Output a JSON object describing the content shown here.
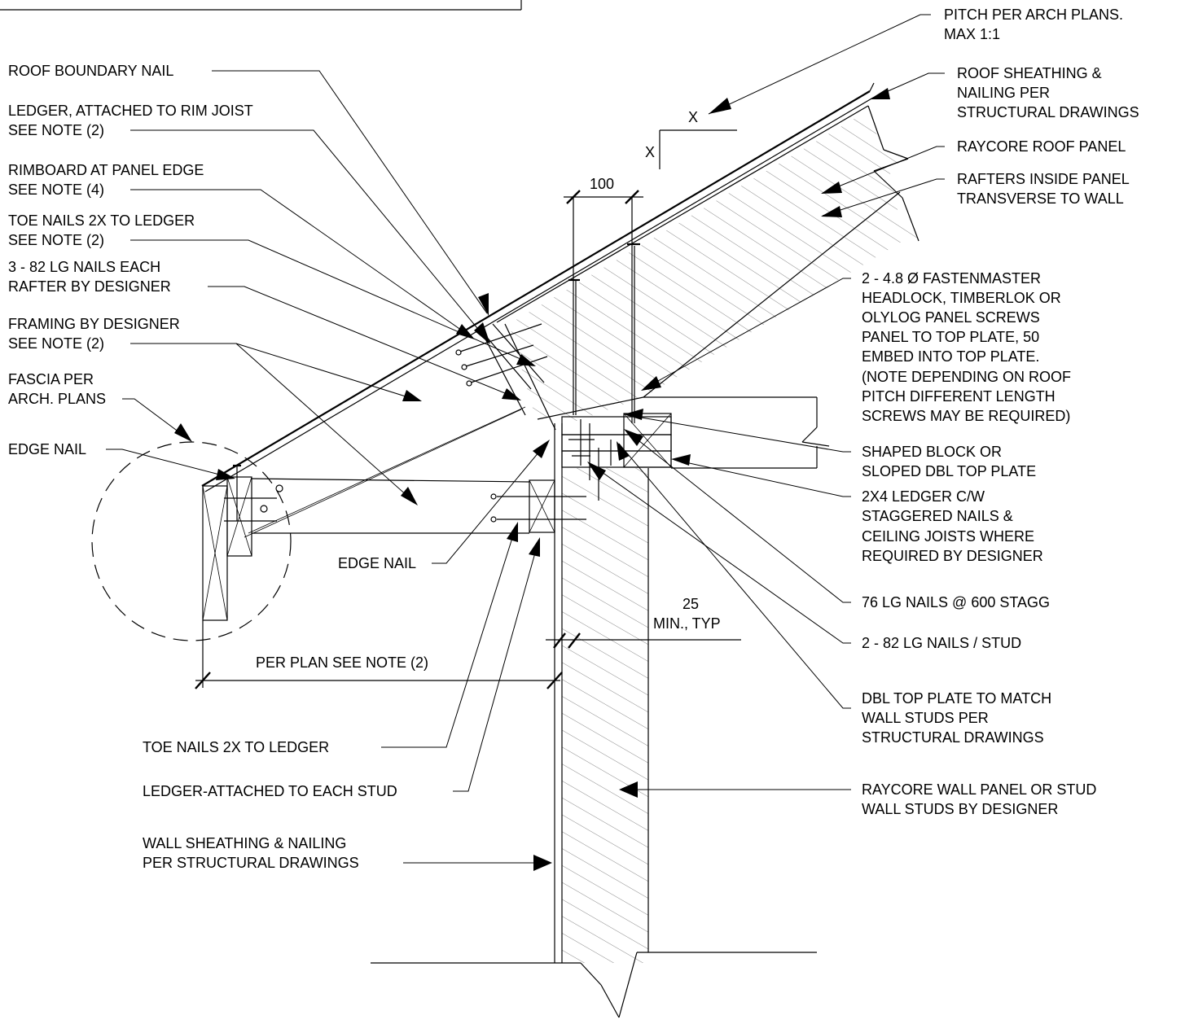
{
  "labels": {
    "pitch_1": "PITCH PER ARCH PLANS.",
    "pitch_2": "MAX 1:1",
    "roof_sheathing_1": "ROOF SHEATHING &",
    "roof_sheathing_2": "NAILING PER",
    "roof_sheathing_3": "STRUCTURAL DRAWINGS",
    "raycore_roof": "RAYCORE ROOF PANEL",
    "rafters_1": "RAFTERS INSIDE PANEL",
    "rafters_2": "TRANSVERSE TO WALL",
    "screws_1": "2 - 4.8 Ø FASTENMASTER",
    "screws_2": "HEADLOCK, TIMBERLOK OR",
    "screws_3": "OLYLOG PANEL SCREWS",
    "screws_4": "PANEL TO TOP PLATE,  50",
    "screws_5": "EMBED INTO TOP PLATE.",
    "screws_6": "(NOTE DEPENDING ON ROOF",
    "screws_7": "PITCH DIFFERENT LENGTH",
    "screws_8": "SCREWS MAY BE REQUIRED)",
    "shaped_block_1": "SHAPED BLOCK OR",
    "shaped_block_2": "SLOPED DBL TOP PLATE",
    "ledger_2x4_1": "2X4 LEDGER C/W",
    "ledger_2x4_2": "STAGGERED NAILS &",
    "ledger_2x4_3": "CEILING JOISTS WHERE",
    "ledger_2x4_4": "REQUIRED BY DESIGNER",
    "nails_76": "76 LG NAILS @ 600 STAGG",
    "nails_82": "2 - 82 LG  NAILS / STUD",
    "dbl_top_1": "DBL TOP PLATE TO MATCH",
    "dbl_top_2": "WALL STUDS PER",
    "dbl_top_3": "STRUCTURAL DRAWINGS",
    "raycore_wall_1": "RAYCORE WALL PANEL OR STUD",
    "raycore_wall_2": "WALL STUDS BY DESIGNER",
    "roof_boundary_nail": "ROOF BOUNDARY NAIL",
    "ledger_rim_1": "LEDGER, ATTACHED TO RIM JOIST",
    "ledger_rim_2": "SEE NOTE (2)",
    "rimboard_1": "RIMBOARD AT PANEL EDGE",
    "rimboard_2": "SEE NOTE (4)",
    "toe_nails_top_1": "TOE NAILS 2X TO LEDGER",
    "toe_nails_top_2": "SEE NOTE (2)",
    "lg_nails_82_1": "3 - 82 LG NAILS EACH",
    "lg_nails_82_2": "RAFTER BY DESIGNER",
    "framing_1": "FRAMING BY DESIGNER",
    "framing_2": "SEE NOTE (2)",
    "fascia_1": "FASCIA PER",
    "fascia_2": "ARCH. PLANS",
    "edge_nail_left": "EDGE NAIL",
    "edge_nail_mid": "EDGE NAIL",
    "toe_nails_bottom": "TOE NAILS 2X TO LEDGER",
    "ledger_stud": "LEDGER-ATTACHED TO EACH STUD",
    "wall_sheathing_1": "WALL SHEATHING & NAILING",
    "wall_sheathing_2": "PER STRUCTURAL DRAWINGS",
    "section_x_top": "X",
    "section_x_side": "X",
    "dim_100": "100",
    "dim_25_1": "25",
    "dim_25_2": "MIN., TYP",
    "per_plan": "PER PLAN SEE NOTE (2)"
  }
}
